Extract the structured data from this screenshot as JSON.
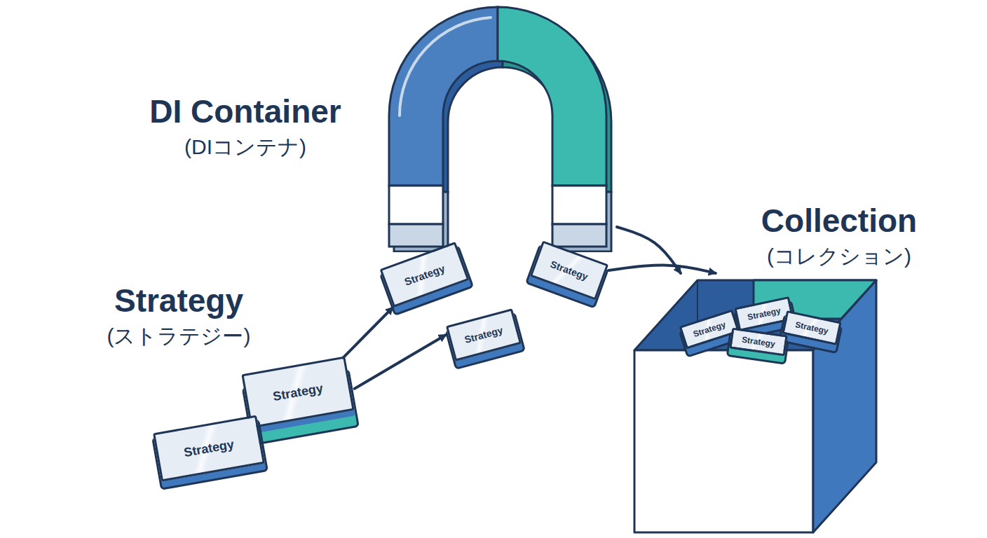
{
  "diagram": {
    "nodes": [
      {
        "text": [
          "DI Container",
          "(DIコンテナ)"
        ]
      },
      {
        "text": [
          "Strategy"
        ]
      },
      {
        "text": [
          "Strategy"
        ]
      },
      {
        "text": [
          "Strategy"
        ]
      },
      {
        "text": [
          "Collection",
          "(コレクション)"
        ]
      },
      {
        "text": [
          "Strategy"
        ],
        "in": 4
      },
      {
        "text": [
          "Strategy"
        ],
        "in": 4
      },
      {
        "text": [
          "Strategy"
        ],
        "in": 4
      },
      {
        "text": [
          "Strategy"
        ],
        "in": 4
      },
      {
        "text": [
          "Strategy"
        ]
      },
      {
        "text": [
          "Strategy"
        ]
      }
    ],
    "edges": [
      {
        "from": 9,
        "to": 1,
        "arrow": "to"
      },
      {
        "from": 9,
        "to": 3,
        "arrow": "to"
      },
      {
        "from": 0,
        "to": 4,
        "arrow": "to"
      },
      {
        "from": 2,
        "to": 4,
        "arrow": "to"
      }
    ],
    "labels": [
      "Strategy",
      "(ストラテジー)"
    ]
  }
}
